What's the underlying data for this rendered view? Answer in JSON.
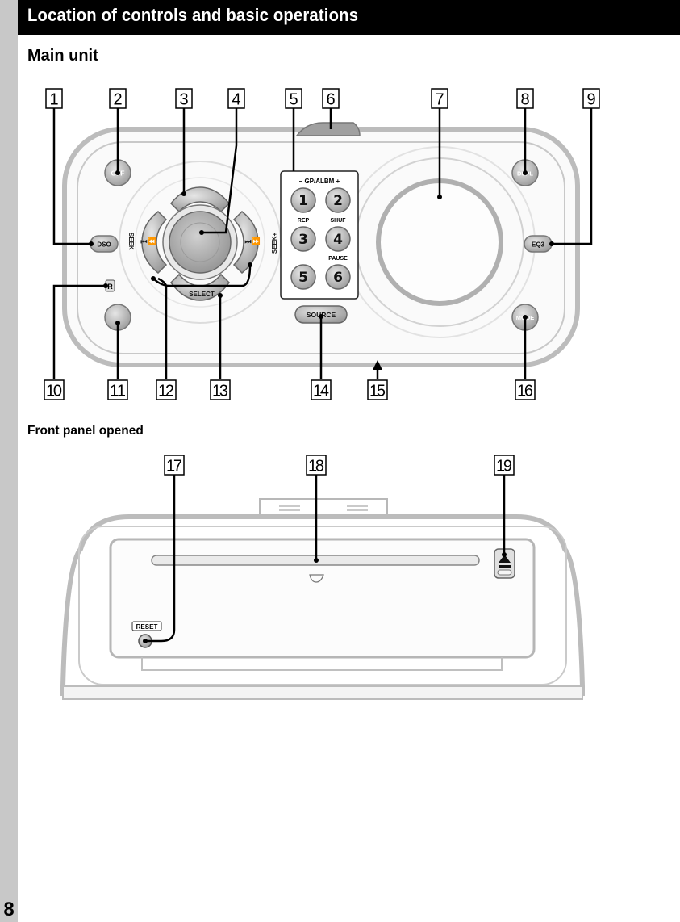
{
  "header": {
    "title": "Location of controls and basic operations"
  },
  "sections": {
    "main_unit": "Main unit",
    "front_panel": "Front panel opened"
  },
  "page_number": "8",
  "main_unit": {
    "callouts": [
      "1",
      "2",
      "3",
      "4",
      "5",
      "6",
      "7",
      "8",
      "9",
      "10",
      "11",
      "12",
      "13",
      "14",
      "15",
      "16"
    ],
    "buttons": {
      "off": "OFF",
      "dso": "DSO",
      "dspl": "DSPL",
      "eq3": "EQ3",
      "mode": "MODE",
      "source": "SOURCE",
      "select": "SELECT",
      "r_sensor": "R",
      "seek_minus": "SEEK–",
      "seek_plus": "SEEK+",
      "gp_albm": "– GP/ALBM +",
      "rep": "REP",
      "shuf": "SHUF",
      "pause": "PAUSE",
      "prev": "⏮⏪",
      "next": "⏭⏩"
    },
    "presets": [
      "1",
      "2",
      "3",
      "4",
      "5",
      "6"
    ]
  },
  "front_panel": {
    "callouts": [
      "17",
      "18",
      "19"
    ],
    "reset": "RESET"
  },
  "colors": {
    "ink": "#000000",
    "panel_grey": "#bdbdbd",
    "button_grey": "#a9a9a9",
    "strip": "#c8c8c8"
  }
}
